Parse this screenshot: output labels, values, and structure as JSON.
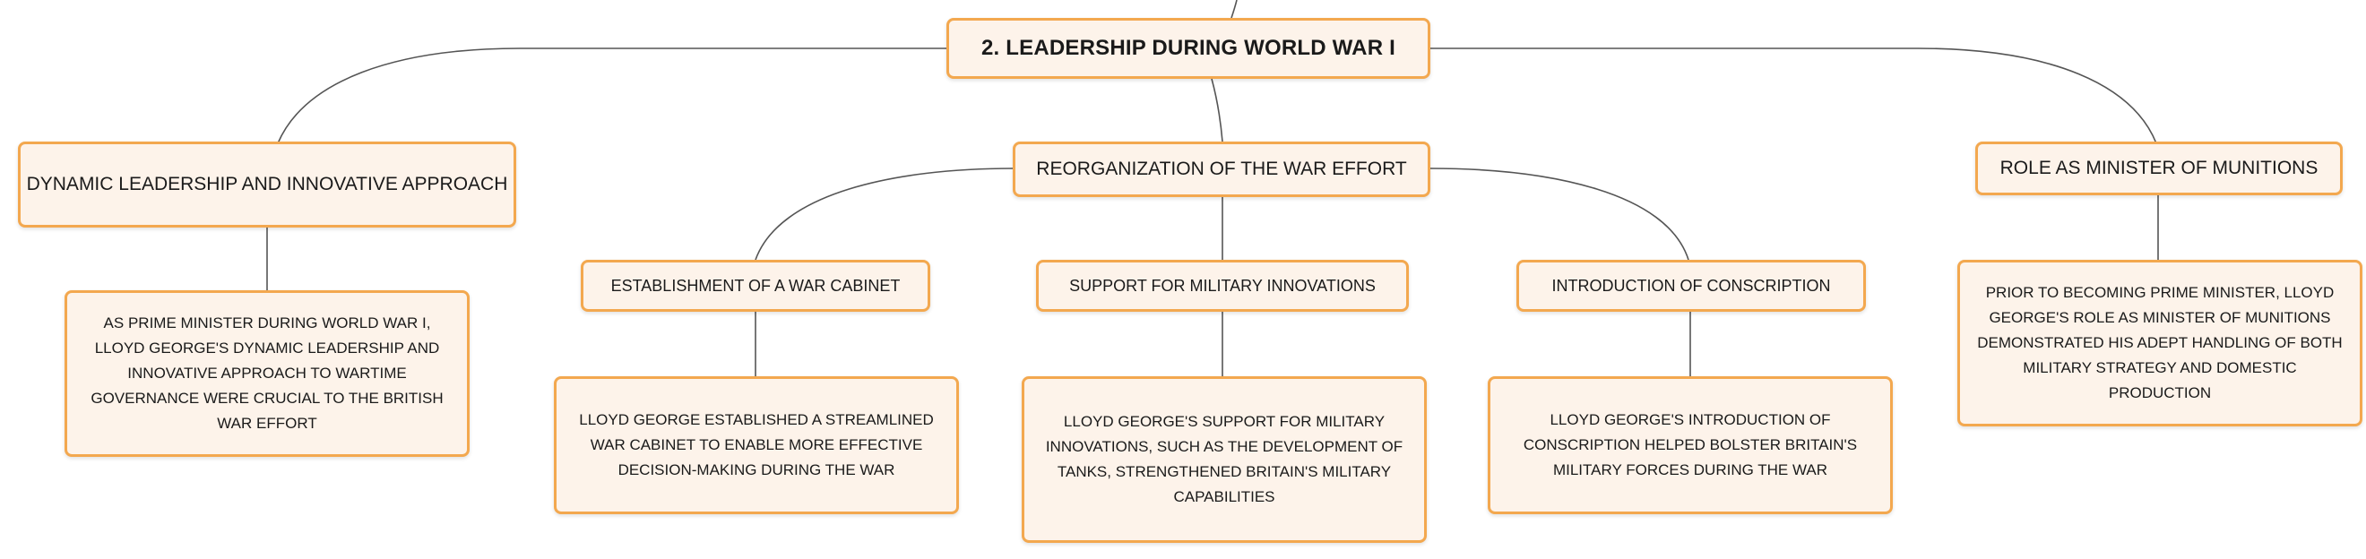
{
  "root": {
    "label": "2. LEADERSHIP DURING WORLD WAR I"
  },
  "branches": {
    "dynamic": {
      "label": "DYNAMIC LEADERSHIP AND INNOVATIVE APPROACH",
      "detail": "AS PRIME MINISTER DURING WORLD WAR I, LLOYD GEORGE'S DYNAMIC LEADERSHIP AND INNOVATIVE APPROACH TO WARTIME GOVERNANCE WERE CRUCIAL TO THE BRITISH WAR EFFORT"
    },
    "reorganization": {
      "label": "REORGANIZATION OF THE WAR EFFORT",
      "children": {
        "cabinet": {
          "label": "ESTABLISHMENT OF A WAR CABINET",
          "detail": "LLOYD GEORGE ESTABLISHED A STREAMLINED WAR CABINET TO ENABLE MORE EFFECTIVE DECISION-MAKING DURING THE WAR"
        },
        "innovations": {
          "label": "SUPPORT FOR MILITARY INNOVATIONS",
          "detail": "LLOYD GEORGE'S SUPPORT FOR MILITARY INNOVATIONS, SUCH AS THE DEVELOPMENT OF TANKS, STRENGTHENED BRITAIN'S MILITARY CAPABILITIES"
        },
        "conscription": {
          "label": "INTRODUCTION OF CONSCRIPTION",
          "detail": "LLOYD GEORGE'S INTRODUCTION OF CONSCRIPTION HELPED BOLSTER BRITAIN'S MILITARY FORCES DURING THE WAR"
        }
      }
    },
    "munitions": {
      "label": "ROLE AS MINISTER OF MUNITIONS",
      "detail": "PRIOR TO BECOMING PRIME MINISTER, LLOYD GEORGE'S ROLE AS MINISTER OF MUNITIONS DEMONSTRATED HIS ADEPT HANDLING OF BOTH MILITARY STRATEGY AND DOMESTIC PRODUCTION"
    }
  },
  "colors": {
    "node_fill": "#fdf3ea",
    "node_border": "#f3a84f",
    "connector": "#555555"
  }
}
